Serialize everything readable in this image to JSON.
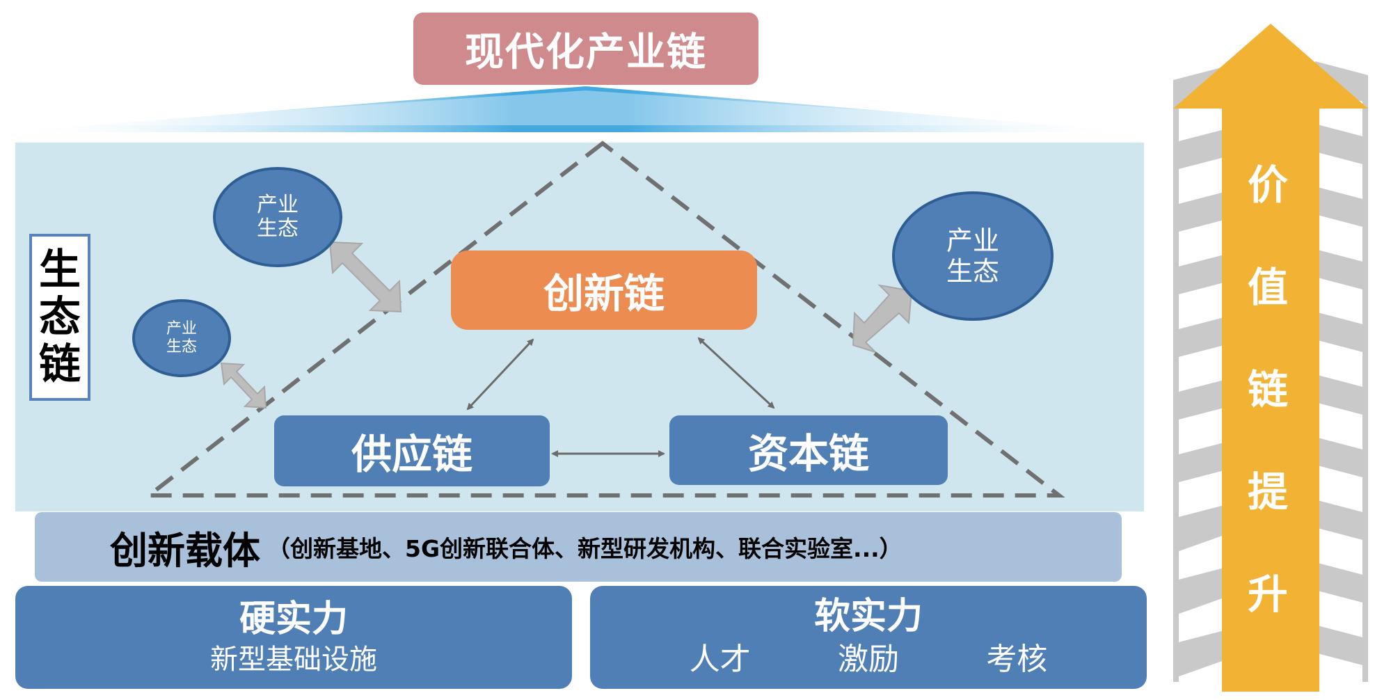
{
  "top_title": "现代化产业链",
  "ecosystem_label": [
    "生",
    "态",
    "链"
  ],
  "eco_circles": [
    {
      "line1": "产业",
      "line2": "生态"
    },
    {
      "line1": "产业",
      "line2": "生态"
    },
    {
      "line1": "产业",
      "line2": "生态"
    }
  ],
  "innovation_chain": "创新链",
  "supply_chain": "供应链",
  "capital_chain": "资本链",
  "carrier": {
    "title": "创新载体",
    "detail": "（创新基地、5G创新联合体、新型研发机构、联合实验室...）"
  },
  "hard_power": {
    "title": "硬实力",
    "detail": "新型基础设施"
  },
  "soft_power": {
    "title": "软实力",
    "items": [
      "人才",
      "激励",
      "考核"
    ]
  },
  "value_chain": [
    "价",
    "值",
    "链",
    "提",
    "升"
  ],
  "colors": {
    "accent_blue": "#4f7fb4",
    "orange": "#ec8c50",
    "pink_title": "#cf8a8d",
    "arrow_yellow": "#f2b233",
    "panel_bg": "#d0e6ee"
  }
}
